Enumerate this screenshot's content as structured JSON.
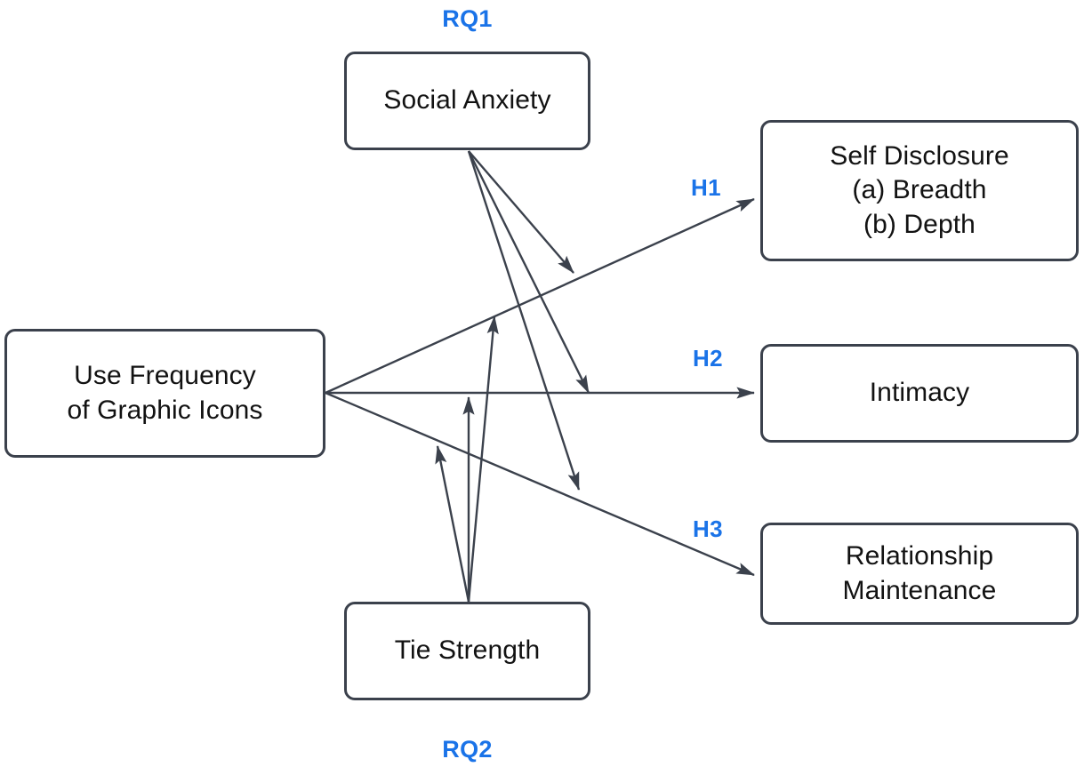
{
  "diagram": {
    "title": "Research model of graphic icon use frequency",
    "background_color": "#ffffff",
    "box_border_color": "#3b414c",
    "accent_color": "#1a73e8",
    "arrow_color": "#3b414c",
    "nodes": {
      "social_anxiety": "Social Anxiety",
      "use_frequency": "Use Frequency\nof Graphic Icons",
      "tie_strength": "Tie Strength",
      "self_disclosure": "Self Disclosure\n(a) Breadth\n(b) Depth",
      "intimacy": "Intimacy",
      "relationship_maintenance": "Relationship\nMaintenance"
    },
    "labels": {
      "rq1": "RQ1",
      "rq2": "RQ2",
      "h1": "H1",
      "h2": "H2",
      "h3": "H3"
    }
  }
}
